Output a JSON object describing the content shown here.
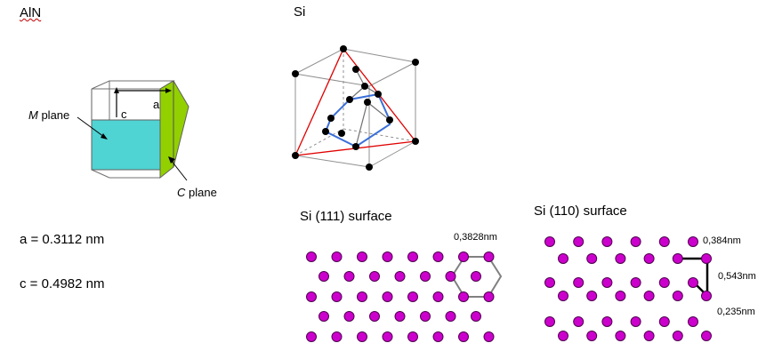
{
  "aln": {
    "title": "AlN",
    "m_plane_prefix": "M",
    "m_plane_suffix": " plane",
    "c_plane_prefix": "C",
    "c_plane_suffix": " plane",
    "label_a": "a",
    "label_c": "c",
    "eq_a": "a = 0.3112 nm",
    "eq_c": "c = 0.4982 nm"
  },
  "si": {
    "title": "Si",
    "surface111": {
      "title": "Si (111) surface",
      "spacing_label": "0,3828nm"
    },
    "surface110": {
      "title": "Si (110) surface",
      "label_1": "0,384nm",
      "label_2": "0,543nm",
      "label_3": "0,235nm"
    }
  },
  "colors": {
    "atom_magenta": "#cc00cc",
    "m_plane_cyan": "#4fd3d3",
    "c_plane_green": "#92d000",
    "red_edge": "#e00000",
    "blue_ring": "#3a6fd8",
    "hex_gray": "#808080"
  }
}
